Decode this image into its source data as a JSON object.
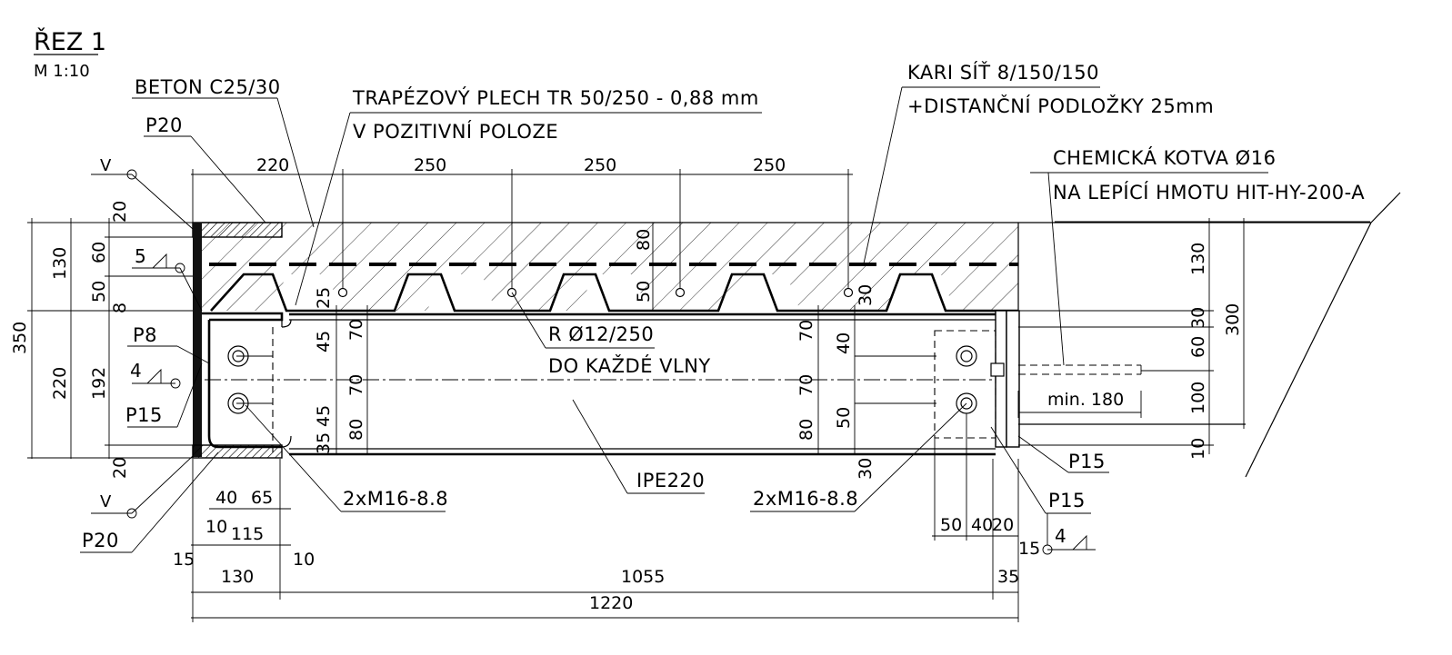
{
  "title": "ŘEZ 1",
  "scale": "M 1:10",
  "labels": {
    "concrete": "BETON C25/30",
    "plate_p20_top": "P20",
    "deck_line1": "TRAPÉZOVÝ PLECH TR 50/250 - 0,88 mm",
    "deck_line2": "V POZITIVNÍ POLOZE",
    "mesh_line1": "KARI SÍŤ 8/150/150",
    "mesh_line2": "+DISTANČNÍ PODLOŽKY 25mm",
    "anchor_line1": "CHEMICKÁ KOTVA Ø16",
    "anchor_line2": "NA LEPÍCÍ HMOTU HIT-HY-200-A",
    "p8": "P8",
    "p15_left": "P15",
    "p20_bottom": "P20",
    "rebar_line1": "R Ø12/250",
    "rebar_line2": "DO KAŽDÉ VLNY",
    "ipe": "IPE220",
    "bolts_left": "2xM16-8.8",
    "bolts_right": "2xM16-8.8",
    "p15_right_a": "P15",
    "p15_right_b": "P15",
    "min_anchor": "min. 180"
  },
  "welds": {
    "top_v": "V",
    "weld5": "5",
    "weld4_left": "4",
    "bottom_v": "V",
    "weld4_right": "4"
  },
  "dimensions": {
    "top": [
      "220",
      "250",
      "250",
      "250"
    ],
    "left_outer": "350",
    "left_upper": "130",
    "left_lower": "220",
    "left_a": [
      "20",
      "60",
      "50",
      "8"
    ],
    "left_b": "192",
    "left_c": "20",
    "inner_left": [
      "25",
      "70",
      "45",
      "70",
      "45",
      "80",
      "35"
    ],
    "inner_mid": [
      "80",
      "50"
    ],
    "inner_right": [
      "30",
      "70",
      "40",
      "70",
      "50",
      "80",
      "30"
    ],
    "right_col": [
      "130",
      "30",
      "60",
      "100",
      "10"
    ],
    "right_outer": "300",
    "bottom_left": [
      "40",
      "65",
      "10",
      "115",
      "15",
      "10"
    ],
    "bottom_right": [
      "50",
      "40",
      "20",
      "15"
    ],
    "bottom_main": [
      "130",
      "1055",
      "35"
    ],
    "total": "1220"
  }
}
